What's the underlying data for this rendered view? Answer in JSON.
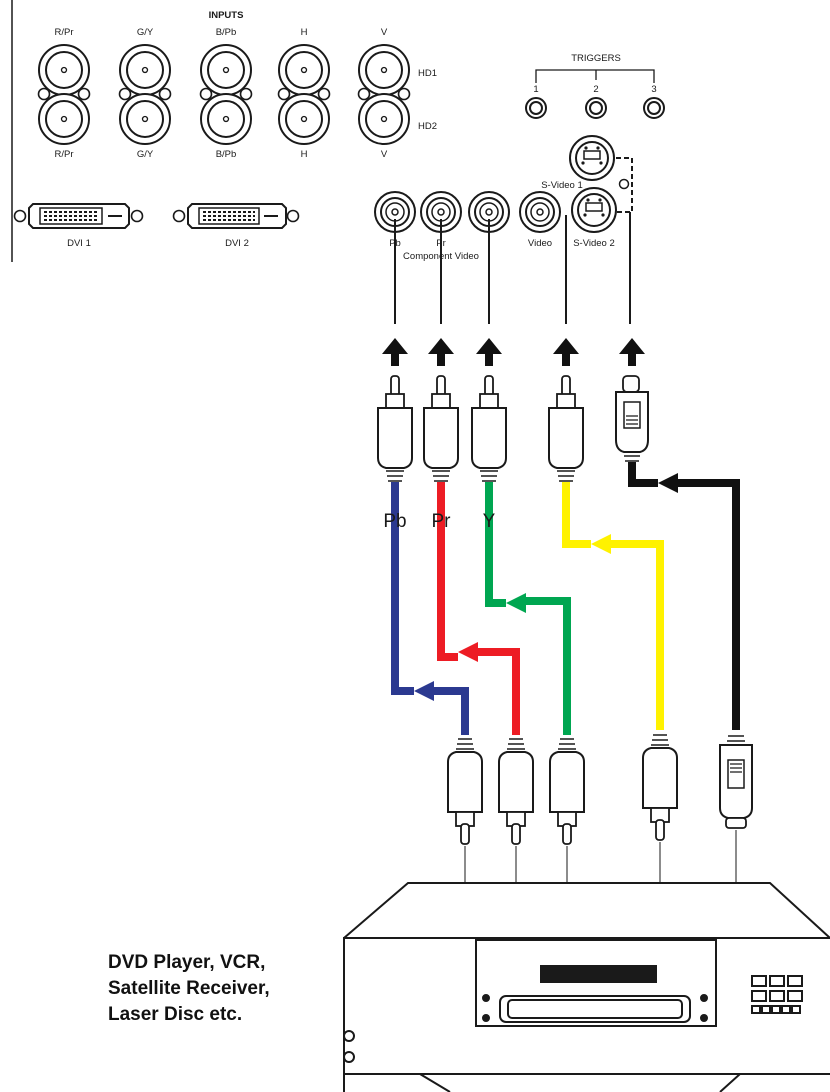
{
  "panel": {
    "inputs_title": "INPUTS",
    "bnc_top_labels": [
      "R/Pr",
      "G/Y",
      "B/Pb",
      "H",
      "V"
    ],
    "bnc_bottom_labels": [
      "R/Pr",
      "G/Y",
      "B/Pb",
      "H",
      "V"
    ],
    "row_labels": {
      "hd1": "HD1",
      "hd2": "HD2"
    },
    "triggers": {
      "title": "TRIGGERS",
      "labels": [
        "1",
        "2",
        "3"
      ]
    },
    "dvi": [
      "DVI 1",
      "DVI 2"
    ],
    "rca": {
      "pb": "Pb",
      "pr": "Pr",
      "group": "Component Video",
      "video": "Video"
    },
    "svideo": [
      "S-Video 1",
      "S-Video 2"
    ]
  },
  "cables": {
    "labels": [
      "Pb",
      "Pr",
      "Y"
    ]
  },
  "colors": {
    "pb": "#2b3990",
    "pr": "#ed1c24",
    "y": "#00a651",
    "video": "#fff200",
    "svideo": "#111111"
  },
  "source": {
    "label_lines": [
      "DVD Player, VCR,",
      "Satellite Receiver,",
      "Laser Disc etc."
    ]
  }
}
